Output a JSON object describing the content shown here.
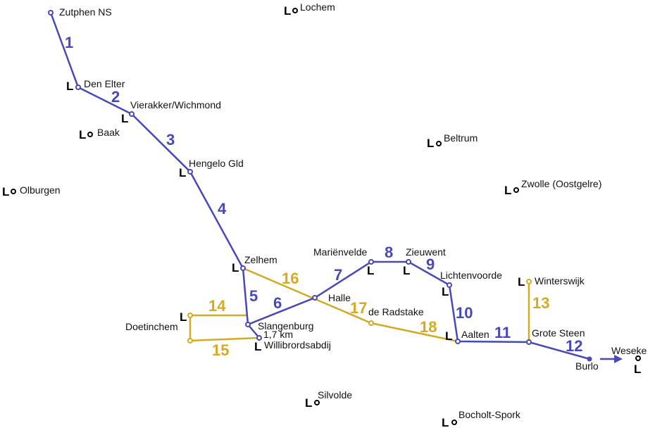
{
  "colors": {
    "blue_route": "#4848b8",
    "gold_route": "#d4aa22",
    "text": "#111111",
    "marker": "#000000"
  },
  "marker_letter": "L",
  "places": {
    "zutphen": "Zutphen NS",
    "lochem": "Lochem",
    "den_elter": "Den Elter",
    "vierakker": "Vierakker/Wichmond",
    "baak": "Baak",
    "beltrum": "Beltrum",
    "hengelo": "Hengelo Gld",
    "olburgen": "Olburgen",
    "zwolle": "Zwolle (Oostgelre)",
    "zelhem": "Zelhem",
    "marienvelde": "Mariënvelde",
    "zieuwent": "Zieuwent",
    "lichtenvoorde": "Lichtenvoorde",
    "winterswijk": "Winterswijk",
    "halle": "Halle",
    "de_radstake": "de Radstake",
    "doetinchem": "Doetinchem",
    "slangenburg": "Slangenburg",
    "distance": "1,7 km",
    "willibrordsabdij": "Willibrordsabdij",
    "aalten": "Aalten",
    "grote_steen": "Grote Steen",
    "burlo": "Burlo",
    "weseke": "Weseke",
    "silvolde": "Silvolde",
    "bocholt": "Bocholt-Spork"
  },
  "segments": {
    "s1": "1",
    "s2": "2",
    "s3": "3",
    "s4": "4",
    "s5": "5",
    "s6": "6",
    "s7": "7",
    "s8": "8",
    "s9": "9",
    "s10": "10",
    "s11": "11",
    "s12": "12",
    "s13": "13",
    "s14": "14",
    "s15": "15",
    "s16": "16",
    "s17": "17",
    "s18": "18"
  }
}
